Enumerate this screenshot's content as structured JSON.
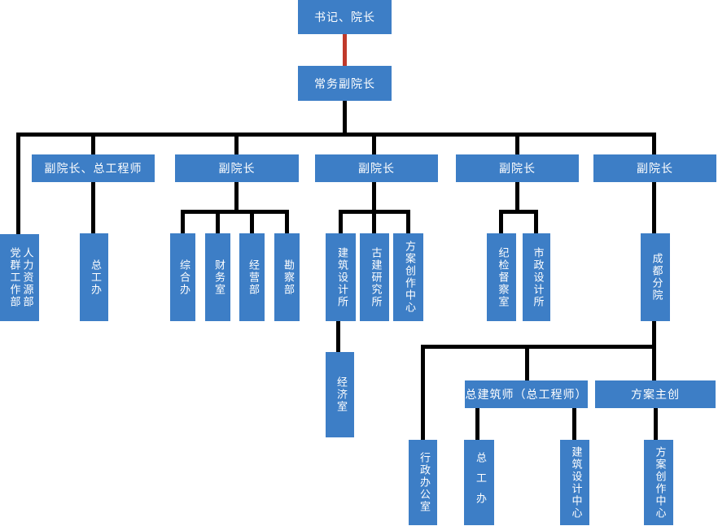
{
  "diagram": {
    "type": "org-chart",
    "colors": {
      "node_fill": "#3D7EC6",
      "node_text": "#FFFFFF",
      "connector": "#000000",
      "top_connector": "#C0392B"
    },
    "nodes": {
      "dean": "书记、院长",
      "exec_vice_dean": "常务副院长",
      "vice_dean_chief_eng": "副院长、总工程师",
      "vice_dean_1": "副院长",
      "vice_dean_2": "副院长",
      "vice_dean_3": "副院长",
      "vice_dean_4": "副院长",
      "party_mass_dept": "党群工作部",
      "hr_dept": "人力资源部",
      "chief_eng_office": "总工办",
      "general_office": "综合办",
      "finance_office": "财务室",
      "operations_dept": "经营部",
      "survey_dept": "勘察部",
      "arch_design_institute": "建筑设计所",
      "ancient_arch_institute": "古建研究所",
      "scheme_creation_center": "方案创作中心",
      "discipline_office": "纪检督察室",
      "municipal_design_institute": "市政设计所",
      "chengdu_branch": "成都分院",
      "economy_office": "经济室",
      "chief_architect": "总建筑师（总工程师）",
      "scheme_lead": "方案主创",
      "admin_office": "行政办公室",
      "chief_eng_office_2": "总工办",
      "arch_design_center": "建筑设计中心",
      "scheme_creation_center_2": "方案创作中心"
    }
  }
}
